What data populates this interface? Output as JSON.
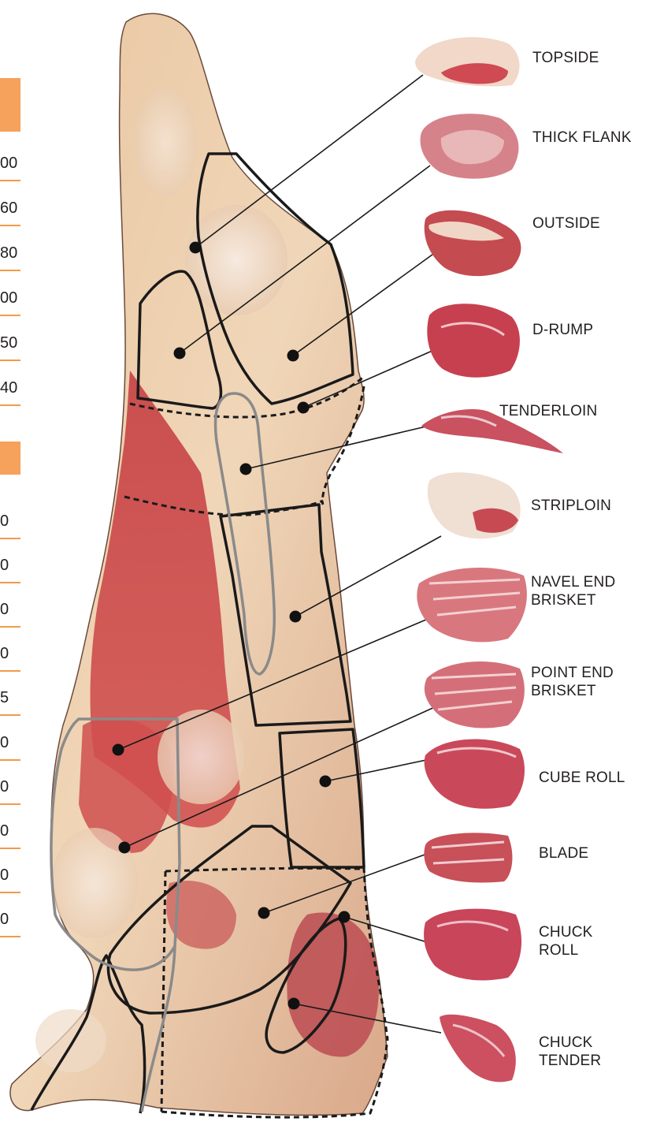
{
  "table_upper": {
    "values": [
      "00",
      "60",
      "80",
      "00",
      "50",
      "40"
    ]
  },
  "table_lower": {
    "values": [
      "0",
      "0",
      "0",
      "0",
      "5",
      "0",
      "0",
      "0",
      "0",
      "0"
    ]
  },
  "cuts": [
    {
      "label": "TOPSIDE"
    },
    {
      "label": "THICK FLANK"
    },
    {
      "label": "OUTSIDE"
    },
    {
      "label": "D-RUMP"
    },
    {
      "label": "TENDERLOIN"
    },
    {
      "label": "STRIPLOIN"
    },
    {
      "label": "NAVEL END\nBRISKET"
    },
    {
      "label": "POINT END\nBRISKET"
    },
    {
      "label": "CUBE ROLL"
    },
    {
      "label": "BLADE"
    },
    {
      "label": "CHUCK\nROLL"
    },
    {
      "label": "CHUCK\nTENDER"
    }
  ],
  "colors": {
    "accent": "#f6a15c",
    "rule": "#f39a4a",
    "fat": "#e8c9a3",
    "meat": "#c9464a",
    "outline": "#1a1a1a",
    "grey_outline": "#8a8a8a"
  }
}
